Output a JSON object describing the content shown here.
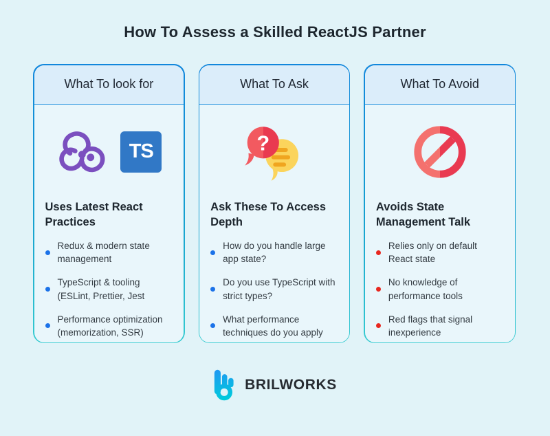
{
  "title": "How To Assess a Skilled ReactJS Partner",
  "columns": [
    {
      "header": "What To look for",
      "icons": [
        "redux-icon",
        "typescript-icon"
      ],
      "ts_label": "TS",
      "subheading": "Uses Latest React Practices",
      "bullets": [
        "Redux & modern state management",
        "TypeScript & tooling (ESLint, Prettier, Jest",
        "Performance optimization (memorization, SSR)"
      ]
    },
    {
      "header": "What To Ask",
      "icons": [
        "question-chat-bubbles-icon"
      ],
      "icon_glyph": "?",
      "subheading": "Ask These To Access Depth",
      "bullets": [
        "How do you handle large app state?",
        "Do you use TypeScript with strict types?",
        "What performance techniques do you apply"
      ]
    },
    {
      "header": "What To Avoid",
      "icons": [
        "prohibition-icon"
      ],
      "subheading": "Avoids State Management Talk",
      "bullets": [
        "Relies only on default React state",
        "No knowledge of performance tools",
        "Red flags that signal inexperience"
      ]
    }
  ],
  "footer": {
    "brand": "BRILWORKS",
    "logo": "brilworks-b-logo-icon"
  },
  "colors": {
    "background": "#E1F3F8",
    "card_body": "#E9F6FB",
    "card_header": "#DBEDFA",
    "border_top": "#1287DC",
    "border_bottom": "#35CBD0",
    "bullet_blue": "#1B72E8",
    "bullet_red": "#E8271F",
    "redux_purple": "#7B4FBF",
    "typescript_blue": "#3178C6",
    "chat_red_light": "#F25A60",
    "chat_red_dark": "#E93A50",
    "chat_yellow": "#FBD45C",
    "chat_orange": "#F0A51F",
    "ban_red_light": "#F4716E",
    "ban_red_dark": "#E93A51",
    "logo_blue": "#2196F3",
    "logo_cyan": "#00CBDC"
  }
}
